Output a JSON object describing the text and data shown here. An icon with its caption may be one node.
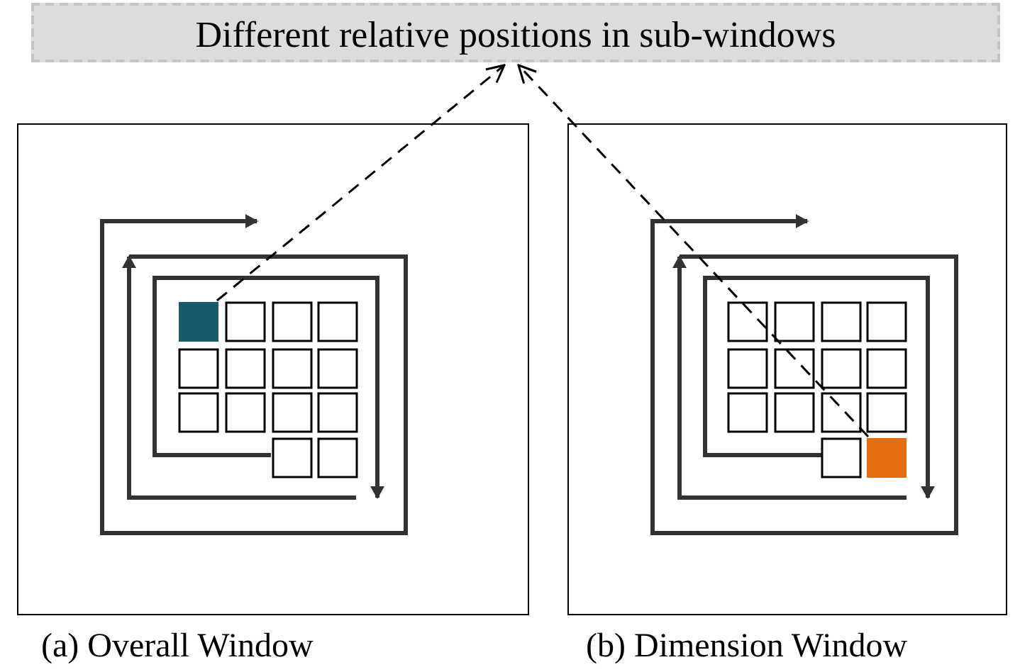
{
  "diagram": {
    "nodes": [
      {
        "text": [
          "Different relative positions in sub-windows"
        ]
      },
      {
        "text": [
          "(a) Overall Window"
        ]
      },
      {
        "text": [
          "(b) Dimension Window"
        ]
      },
      {
        "text": [],
        "shape": "box",
        "in": 1
      },
      {
        "text": [],
        "shape": "box",
        "in": 2
      }
    ],
    "edges": [
      {
        "from": 3,
        "to": 0,
        "arrow": "to",
        "style": "dashed"
      },
      {
        "from": 4,
        "to": 0,
        "arrow": "to",
        "style": "dashed"
      }
    ]
  }
}
